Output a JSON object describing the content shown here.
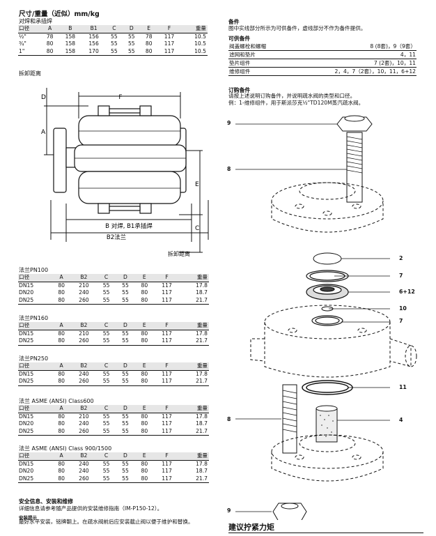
{
  "dimensions": {
    "title": "尺寸/重量（近似）mm/kg",
    "subtitle": "对焊和承插焊",
    "headers": [
      "口径",
      "A",
      "B",
      "B1",
      "C",
      "D",
      "E",
      "F",
      "重量"
    ],
    "rows": [
      [
        "½\"",
        "78",
        "158",
        "156",
        "55",
        "55",
        "78",
        "117",
        "10.5"
      ],
      [
        "¾\"",
        "80",
        "158",
        "156",
        "55",
        "55",
        "80",
        "117",
        "10.5"
      ],
      [
        "1\"",
        "80",
        "158",
        "170",
        "55",
        "55",
        "80",
        "117",
        "10.5"
      ]
    ],
    "withdrawal_label": "拆卸距离",
    "withdrawal_label_right": "拆卸距离"
  },
  "drawing": {
    "labels": {
      "A": "A",
      "C": "C",
      "D": "D",
      "E": "E",
      "F": "F"
    },
    "b_label": "B 对焊, B1承插焊",
    "b2_label": "B2法兰"
  },
  "flange_tables": [
    {
      "title": "法兰PN100",
      "headers": [
        "口径",
        "A",
        "B2",
        "C",
        "D",
        "E",
        "F",
        "重量"
      ],
      "rows": [
        [
          "DN15",
          "80",
          "210",
          "55",
          "55",
          "80",
          "117",
          "17.8"
        ],
        [
          "DN20",
          "80",
          "240",
          "55",
          "55",
          "80",
          "117",
          "18.7"
        ],
        [
          "DN25",
          "80",
          "260",
          "55",
          "55",
          "80",
          "117",
          "21.7"
        ]
      ]
    },
    {
      "title": "法兰PN160",
      "headers": [
        "口径",
        "A",
        "B2",
        "C",
        "D",
        "E",
        "F",
        "重量"
      ],
      "rows": [
        [
          "DN15",
          "80",
          "210",
          "55",
          "55",
          "80",
          "117",
          "17.8"
        ],
        [
          "DN25",
          "80",
          "260",
          "55",
          "55",
          "80",
          "117",
          "21.7"
        ]
      ]
    },
    {
      "title": "法兰PN250",
      "headers": [
        "口径",
        "A",
        "B2",
        "C",
        "D",
        "E",
        "F",
        "重量"
      ],
      "rows": [
        [
          "DN15",
          "80",
          "240",
          "55",
          "55",
          "80",
          "117",
          "17.8"
        ],
        [
          "DN25",
          "80",
          "260",
          "55",
          "55",
          "80",
          "117",
          "21.7"
        ]
      ]
    },
    {
      "title": "法兰 ASME (ANSI) Class600",
      "headers": [
        "口径",
        "A",
        "B2",
        "C",
        "D",
        "E",
        "F",
        "重量"
      ],
      "rows": [
        [
          "DN15",
          "80",
          "210",
          "55",
          "55",
          "80",
          "117",
          "17.8"
        ],
        [
          "DN20",
          "80",
          "240",
          "55",
          "55",
          "80",
          "117",
          "18.7"
        ],
        [
          "DN25",
          "80",
          "260",
          "55",
          "55",
          "80",
          "117",
          "21.7"
        ]
      ]
    },
    {
      "title": "法兰 ASME (ANSI) Class 900/1500",
      "headers": [
        "口径",
        "A",
        "B2",
        "C",
        "D",
        "E",
        "F",
        "重量"
      ],
      "rows": [
        [
          "DN15",
          "80",
          "240",
          "55",
          "55",
          "80",
          "117",
          "17.8"
        ],
        [
          "DN20",
          "80",
          "240",
          "55",
          "55",
          "80",
          "117",
          "18.7"
        ],
        [
          "DN25",
          "80",
          "260",
          "55",
          "55",
          "80",
          "117",
          "21.7"
        ]
      ]
    }
  ],
  "safety": {
    "title": "安全信息、安装和维修",
    "text": "详细信息请参考随产品提供的安装维修指南（IM-P150-12）。",
    "note_title": "安装提示",
    "note_text": "最好水平安装，铭牌朝上。在疏水阀前后应安装截止阀以便于维护和替换。"
  },
  "spares": {
    "title": "备件",
    "text": "图中实线部分所示为可供备件，虚线部分不作为备件提供。",
    "available_title": "可供备件",
    "rows": [
      [
        "阀盖螺栓和螺帽",
        "8 (8套)，9（9套）"
      ],
      [
        "滤网和垫片",
        "4，11"
      ],
      [
        "垫片组件",
        "7 (2套)，10，11"
      ],
      [
        "维修组件",
        "2，4，7（2套），10，11，6+12"
      ]
    ]
  },
  "ordering": {
    "title": "订购备件",
    "line1": "请按上述说明订购备件，并说明疏水阀的类型和口径。",
    "line2": "例：1-维修组件，用于斯派莎克½\"TD120M蒸汽疏水阀。"
  },
  "callouts": {
    "c9a": "9",
    "c8a": "8",
    "c2": "2",
    "c7a": "7",
    "c6": "6+12",
    "c10": "10",
    "c7b": "7",
    "c11": "11",
    "c8b": "8",
    "c4": "4",
    "c9b": "9"
  },
  "torque_title": "建议拧紧力矩"
}
